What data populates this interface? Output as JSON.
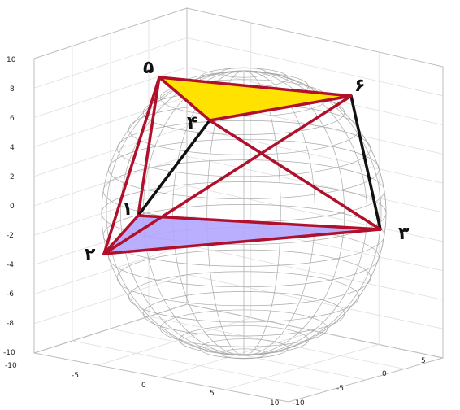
{
  "figure": {
    "type": "3d-sphere-polyhedron-diagram",
    "axes": {
      "z_ticks": [
        "10",
        "8",
        "6",
        "4",
        "2",
        "0",
        "-2",
        "-4",
        "-6",
        "-8",
        "-10"
      ],
      "x_ticks": [
        "-10",
        "-5",
        "0",
        "5",
        "10"
      ],
      "y_ticks": [
        "-10",
        "-5",
        "0",
        "5"
      ]
    },
    "vertices": {
      "v1": "۱",
      "v2": "۲",
      "v3": "۳",
      "v4": "۴",
      "v5": "۵",
      "v6": "۶"
    },
    "colors": {
      "top_face": "#ffe200",
      "bottom_face": "#b3a6ff",
      "edge_red": "#b0102b",
      "edge_black": "#111111",
      "sphere_mesh": "#b8b8b8",
      "grid": "#dcdcdc"
    }
  }
}
